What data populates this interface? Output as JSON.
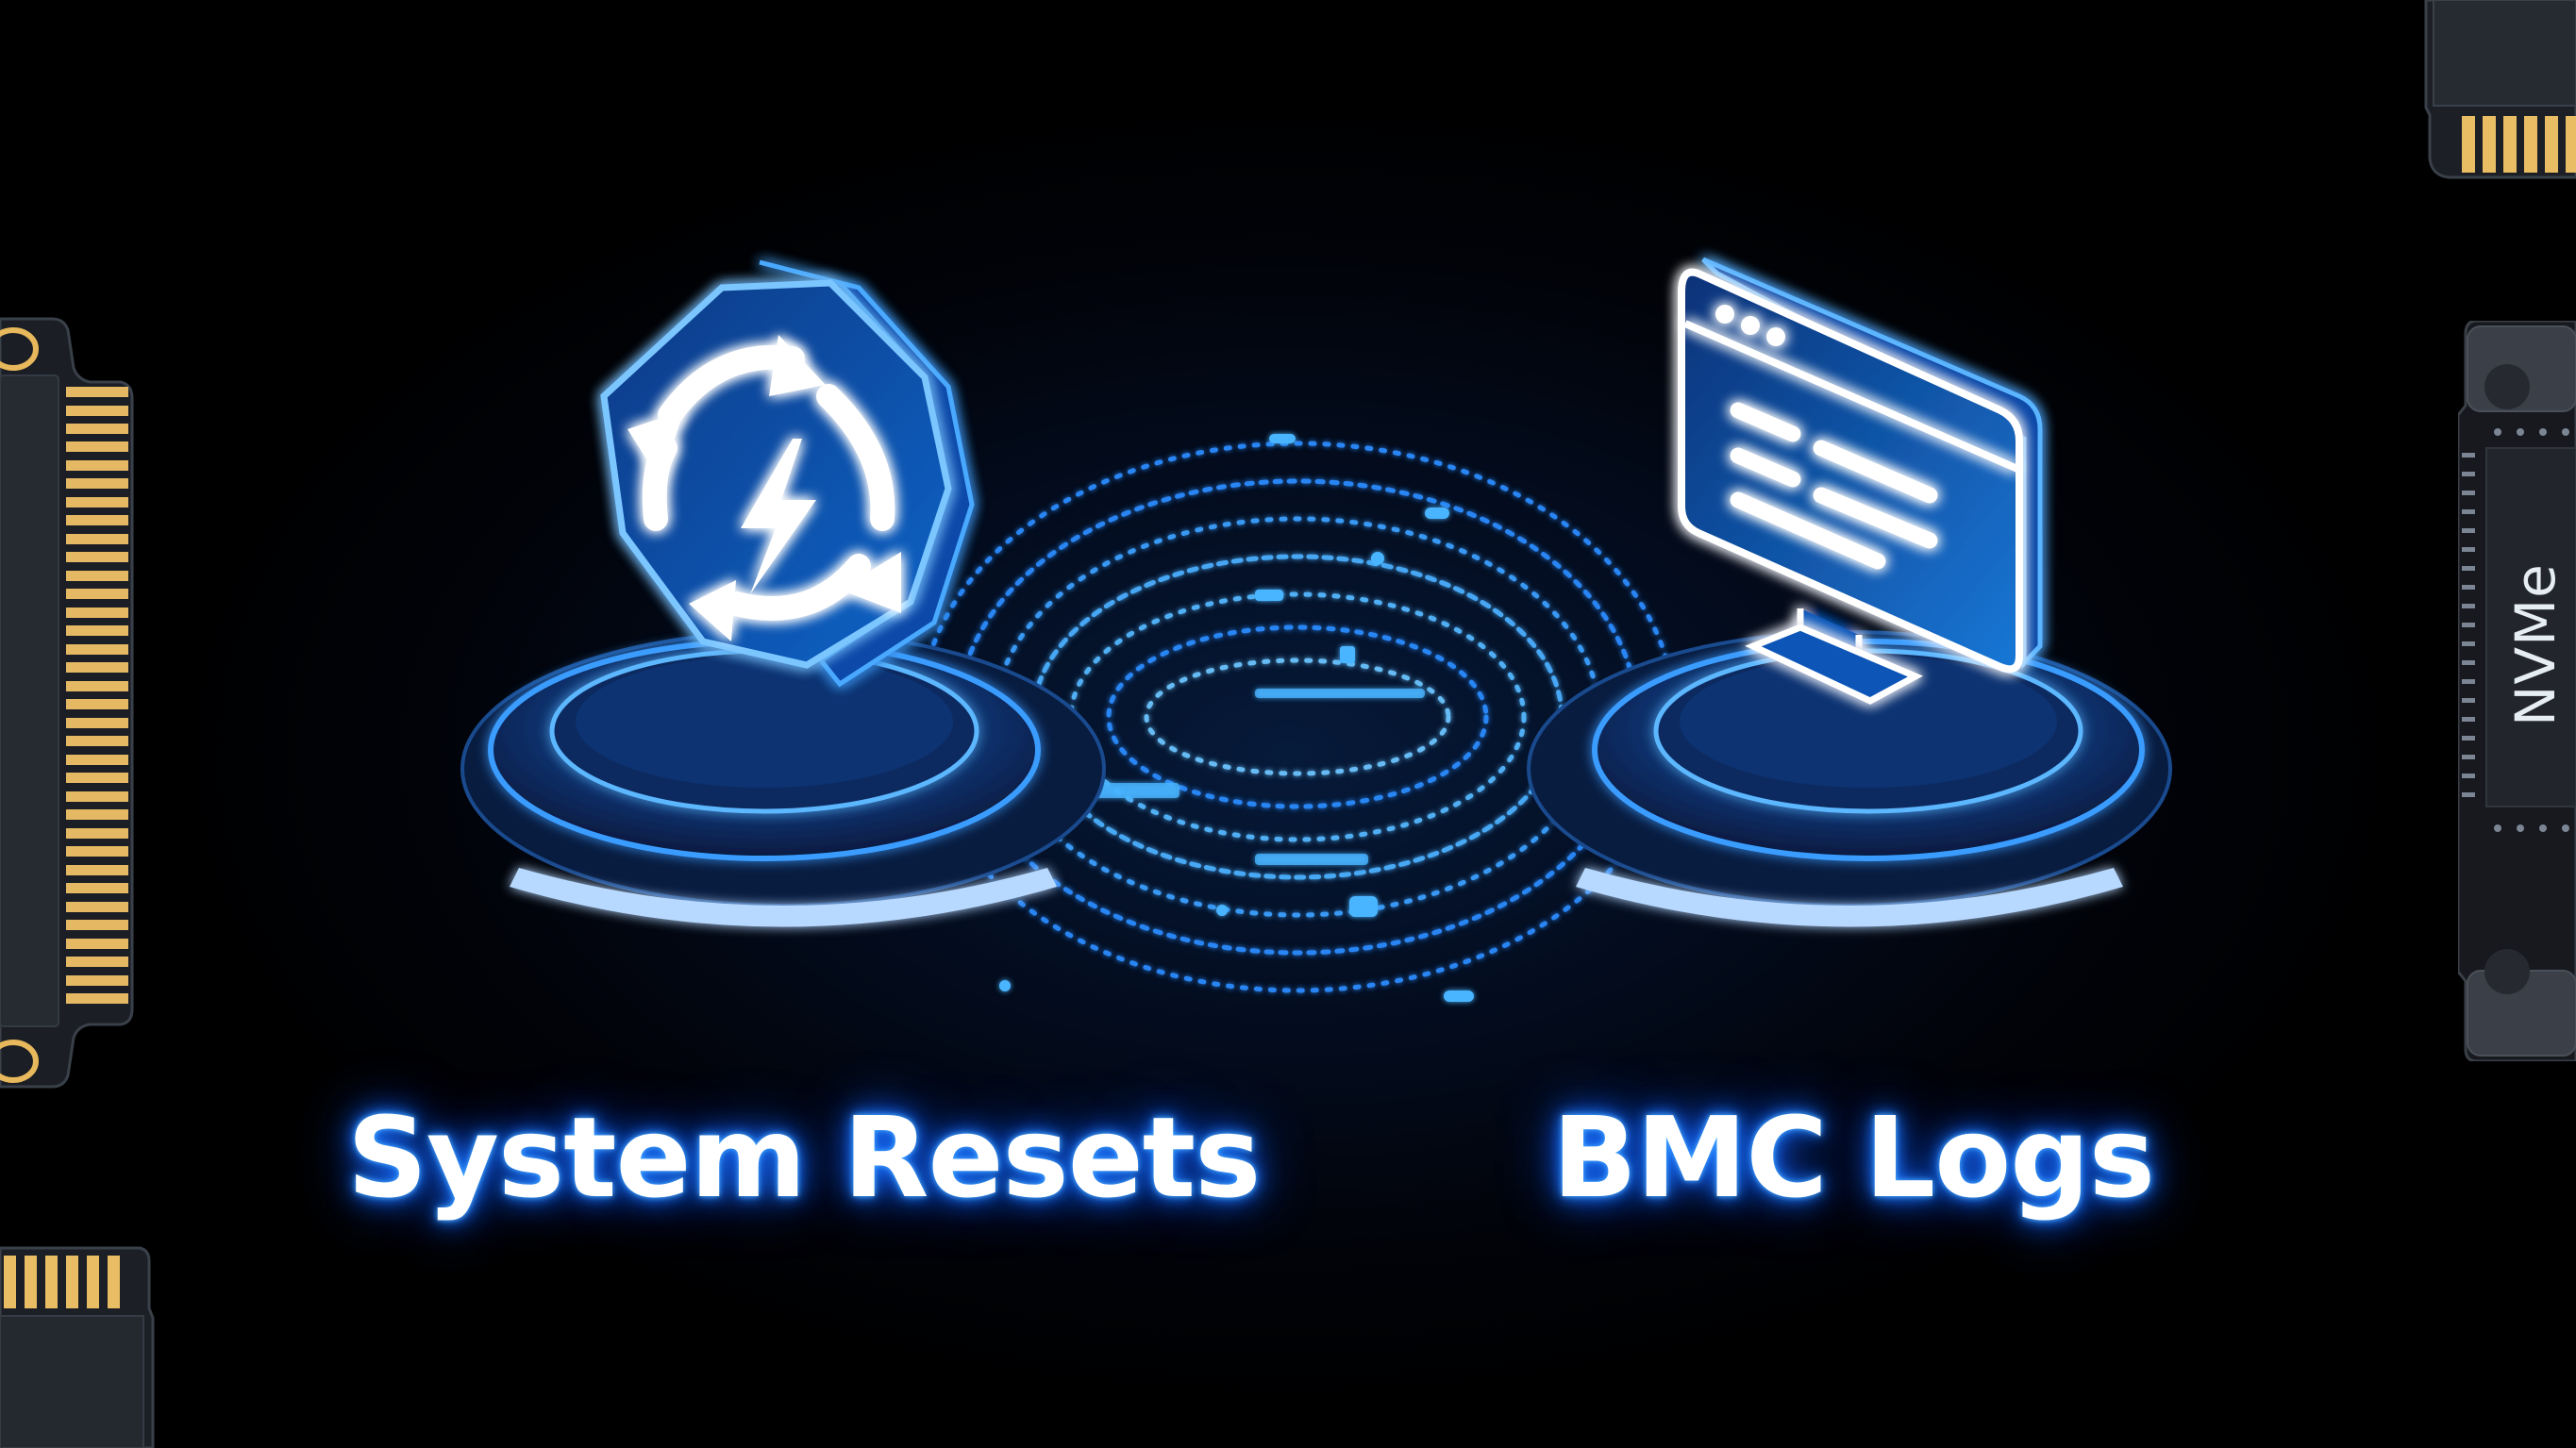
{
  "scene": {
    "background_color": "#01040c",
    "glow_color": "#1e7dff",
    "accent_color": "#4fb0ff"
  },
  "left_feature": {
    "label": "System Resets",
    "icon": "reset-power-icon",
    "icon_description": "octagonal badge with circular refresh arrows and lightning bolt"
  },
  "right_feature": {
    "label": "BMC Logs",
    "icon": "monitor-log-icon",
    "icon_description": "computer monitor displaying a window with three dots and log lines"
  },
  "connector": {
    "icon": "data-stream-particles"
  },
  "hardware": {
    "right_chip_text": "NVMe",
    "contact_color": "#e8b85c",
    "board_color": "#22262d"
  }
}
